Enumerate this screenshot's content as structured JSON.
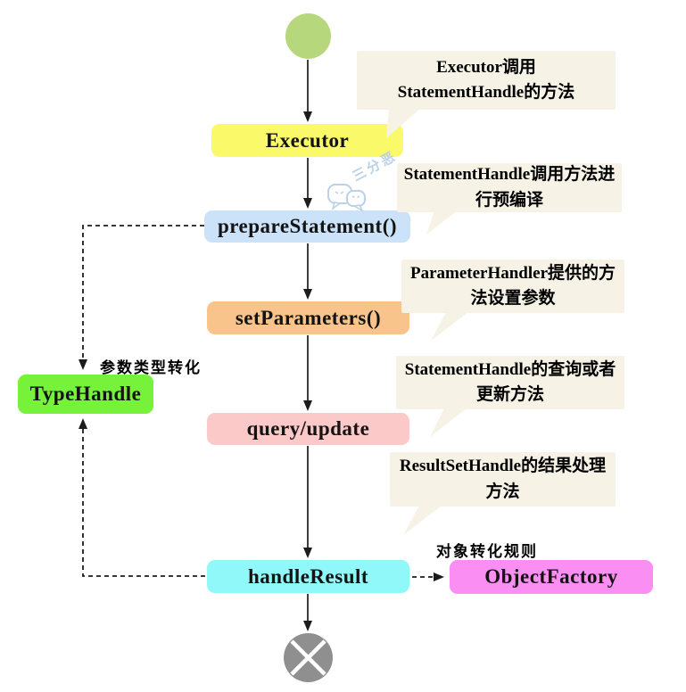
{
  "nodes": {
    "start": {
      "color": "#b6d77b"
    },
    "executor": {
      "label": "Executor",
      "color": "#f9f96a"
    },
    "prepare": {
      "label": "prepareStatement()",
      "color": "#cbe2f9"
    },
    "set_params": {
      "label": "setParameters()",
      "color": "#f9c48c"
    },
    "query_update": {
      "label": "query/update",
      "color": "#fcc9c9"
    },
    "handle_result": {
      "label": "handleResult",
      "color": "#90f8f8"
    },
    "type_handle": {
      "label": "TypeHandle",
      "color": "#76f23b"
    },
    "object_factory": {
      "label": "ObjectFactory",
      "color": "#fa8ef3"
    },
    "end": {
      "color": "#8f8f8f"
    }
  },
  "callouts": [
    {
      "line1": "Executor调用",
      "line2": "StatementHandle的方法"
    },
    {
      "line1": "StatementHandle调用方法进",
      "line2": "行预编译"
    },
    {
      "line1": "ParameterHandler提供的方",
      "line2": "法设置参数"
    },
    {
      "line1": "StatementHandle的查询或者",
      "line2": "更新方法"
    },
    {
      "line1": "ResultSetHandle的结果处理",
      "line2": "方法"
    }
  ],
  "edge_labels": {
    "type_convert": "参数类型转化",
    "object_convert": "对象转化规则"
  },
  "watermark": {
    "text": "三分恶",
    "icon": "wechat-icon",
    "color": "#b7cfe6"
  },
  "colors": {
    "callout_bg": "#f6f2e6",
    "arrow": "#1c1c1c",
    "end_cross": "#ffffff"
  }
}
